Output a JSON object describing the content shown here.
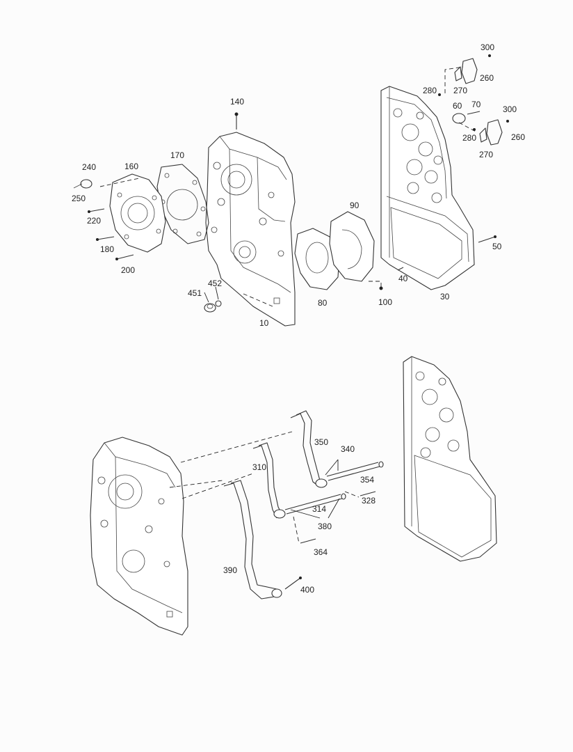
{
  "diagram": {
    "callouts": [
      {
        "id": "c300a",
        "text": "300"
      },
      {
        "id": "c260a",
        "text": "260"
      },
      {
        "id": "c280a",
        "text": "280"
      },
      {
        "id": "c270a",
        "text": "270"
      },
      {
        "id": "c60",
        "text": "60"
      },
      {
        "id": "c70",
        "text": "70"
      },
      {
        "id": "c300b",
        "text": "300"
      },
      {
        "id": "c280b",
        "text": "280"
      },
      {
        "id": "c260b",
        "text": "260"
      },
      {
        "id": "c270b",
        "text": "270"
      },
      {
        "id": "c140",
        "text": "140"
      },
      {
        "id": "c170",
        "text": "170"
      },
      {
        "id": "c240",
        "text": "240"
      },
      {
        "id": "c160",
        "text": "160"
      },
      {
        "id": "c250",
        "text": "250"
      },
      {
        "id": "c220",
        "text": "220"
      },
      {
        "id": "c180",
        "text": "180"
      },
      {
        "id": "c200",
        "text": "200"
      },
      {
        "id": "c90",
        "text": "90"
      },
      {
        "id": "c50",
        "text": "50"
      },
      {
        "id": "c40",
        "text": "40"
      },
      {
        "id": "c452",
        "text": "452"
      },
      {
        "id": "c451",
        "text": "451"
      },
      {
        "id": "c80",
        "text": "80"
      },
      {
        "id": "c100",
        "text": "100"
      },
      {
        "id": "c30",
        "text": "30"
      },
      {
        "id": "c10",
        "text": "10"
      },
      {
        "id": "c350",
        "text": "350"
      },
      {
        "id": "c340",
        "text": "340"
      },
      {
        "id": "c310",
        "text": "310"
      },
      {
        "id": "c354",
        "text": "354"
      },
      {
        "id": "c328",
        "text": "328"
      },
      {
        "id": "c314",
        "text": "314"
      },
      {
        "id": "c380",
        "text": "380"
      },
      {
        "id": "c364",
        "text": "364"
      },
      {
        "id": "c390",
        "text": "390"
      },
      {
        "id": "c400",
        "text": "400"
      }
    ]
  }
}
